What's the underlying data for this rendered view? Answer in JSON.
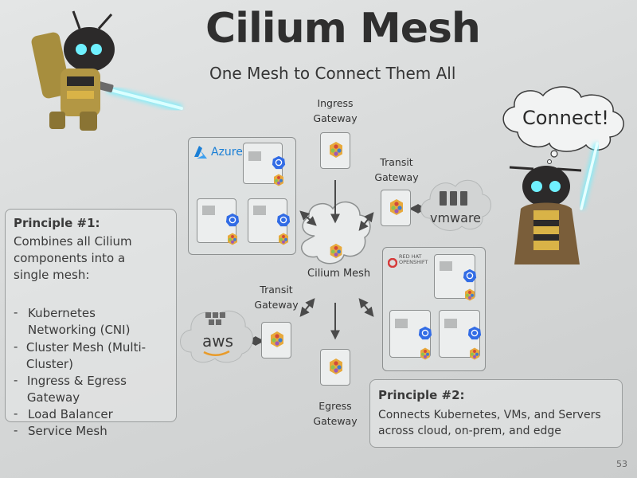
{
  "title": "Cilium Mesh",
  "subtitle": "One Mesh to Connect Them All",
  "mesh_label": "Cilium Mesh",
  "gateways": {
    "ingress": "Ingress\nGateway",
    "egress": "Egress\nGateway",
    "transit_right": "Transit\nGateway",
    "transit_left": "Transit\nGateway"
  },
  "clusters": {
    "azure": "Azure",
    "openshift": "RED HAT\nOPENSHIFT"
  },
  "clouds": {
    "vmware": "vmware",
    "aws": "aws"
  },
  "bubble": "Connect!",
  "principle1": {
    "title": "Principle #1:",
    "text": "Combines all Cilium components into a single mesh:",
    "items": [
      "Kubernetes Networking (CNI)",
      "Cluster Mesh (Multi-Cluster)",
      "Ingress & Egress Gateway",
      "Load Balancer",
      "Service Mesh"
    ]
  },
  "principle2": {
    "title": "Principle #2:",
    "text": "Connects Kubernetes, VMs, and Servers across cloud, on-prem, and edge"
  },
  "page_number": "53",
  "colors": {
    "title": "#2f2f2f",
    "azure": "#1a7fd6",
    "k8s": "#326ce5",
    "aws_accent": "#e89b2b",
    "saber": "#6ff0ff"
  }
}
